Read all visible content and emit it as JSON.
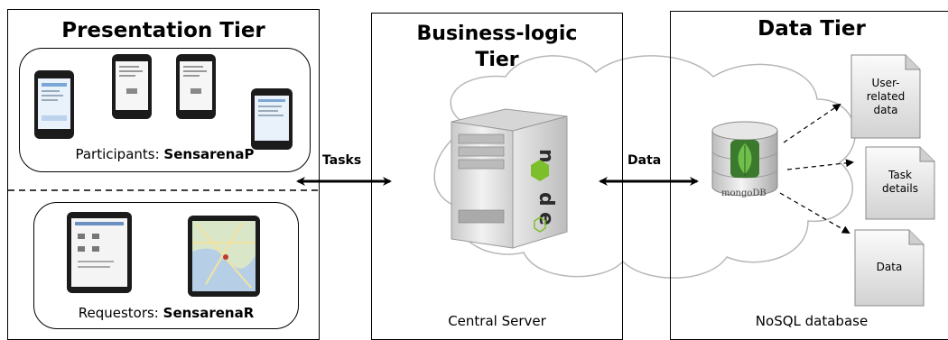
{
  "presentation_tier": {
    "title": "Presentation Tier",
    "participants_prefix": "Participants: ",
    "participants_app": "SensarenaP",
    "requestors_prefix": "Requestors: ",
    "requestors_app": "SensarenaR"
  },
  "business_tier": {
    "title_line1": "Business-logic",
    "title_line2": "Tier",
    "caption": "Central Server",
    "server_icon": "node-js-server-icon"
  },
  "data_tier": {
    "title": "Data Tier",
    "caption": "NoSQL database",
    "db_logo_text": "mongoDB",
    "documents": [
      {
        "lines": [
          "User-",
          "related",
          "data"
        ]
      },
      {
        "lines": [
          "Task",
          "details"
        ]
      },
      {
        "lines": [
          "Data"
        ]
      }
    ]
  },
  "arrows": {
    "tasks_label": "Tasks",
    "data_label": "Data"
  },
  "colors": {
    "mongo_green": "#4a9a3a",
    "node_green": "#7cbf2a",
    "cloud_stroke": "#b0b0b0"
  }
}
